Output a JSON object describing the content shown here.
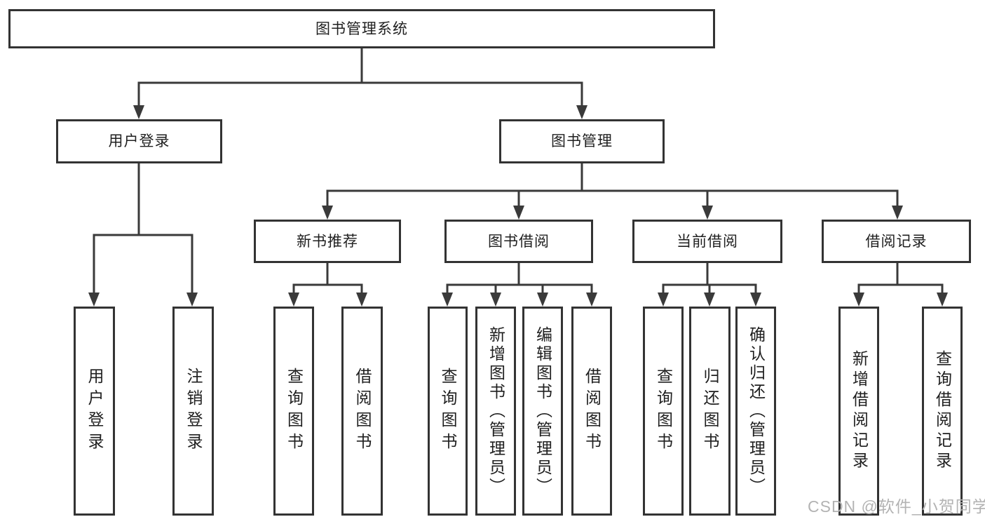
{
  "nodes": {
    "root": "图书管理系统",
    "user_login": "用户登录",
    "book_mgmt": "图书管理",
    "new_book_rec": "新书推荐",
    "book_borrow": "图书借阅",
    "current_borrow": "当前借阅",
    "borrow_records": "借阅记录",
    "leaves": {
      "user_login": "用户登录",
      "logout": "注销登录",
      "rec_query_books": "查询图书",
      "rec_borrow_books": "借阅图书",
      "bb_query_books": "查询图书",
      "bb_add_books": "新增图书（管理员）",
      "bb_edit_books": "编辑图书（管理员）",
      "bb_borrow_books": "借阅图书",
      "cb_query_books": "查询图书",
      "cb_return_books": "归还图书",
      "cb_confirm_return": "确认归还（管理员）",
      "br_add_record": "新增借阅记录",
      "br_query_record": "查询借阅记录"
    }
  },
  "watermark": "CSDN @软件_小贺同学",
  "colors": {
    "line": "#3a3a3a",
    "box_border": "#333333",
    "text": "#1f1f1f",
    "background": "#ffffff",
    "watermark": "#b3b3b3"
  }
}
